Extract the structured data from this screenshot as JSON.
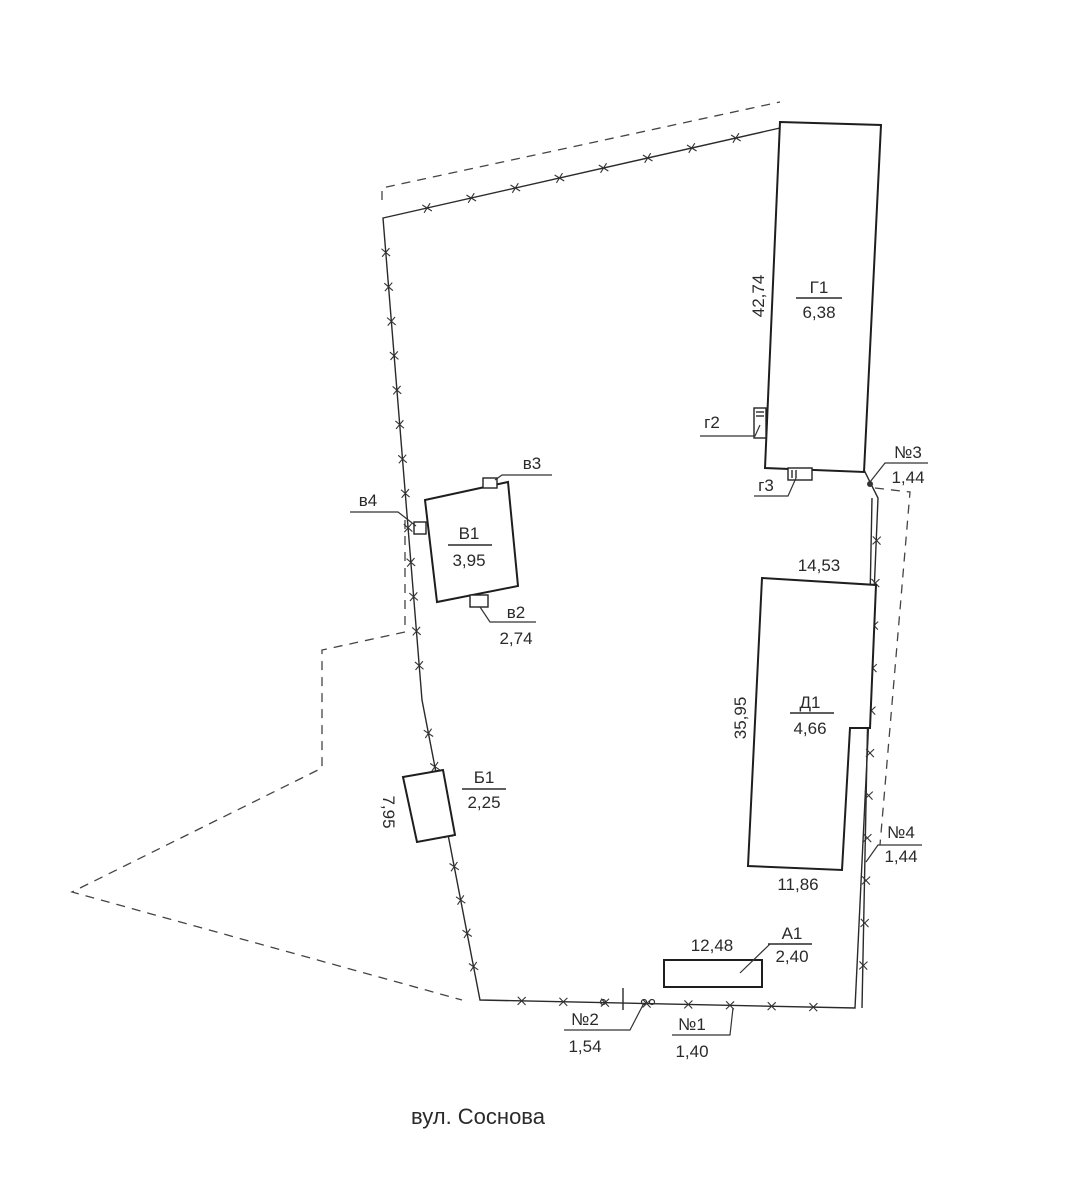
{
  "street": "вул. Соснова",
  "buildings": {
    "G1": {
      "name": "Г1",
      "value": "6,38",
      "dim": "42,74"
    },
    "D1": {
      "name": "Д1",
      "value": "4,66",
      "dim_top": "14,53",
      "dim_left": "35,95",
      "dim_bottom": "11,86"
    },
    "V1": {
      "name": "В1",
      "value": "3,95"
    },
    "B1": {
      "name": "Б1",
      "value": "2,25",
      "dim": "7,95"
    },
    "A1": {
      "name": "А1",
      "value": "2,40",
      "dim": "12,48"
    }
  },
  "annexes": {
    "g2": "г2",
    "g3": "г3",
    "v2": {
      "name": "в2",
      "value": "2,74"
    },
    "v3": "в3",
    "v4": "в4"
  },
  "points": {
    "n1": {
      "name": "№1",
      "value": "1,40"
    },
    "n2": {
      "name": "№2",
      "value": "1,54"
    },
    "n3": {
      "name": "№3",
      "value": "1,44"
    },
    "n4": {
      "name": "№4",
      "value": "1,44"
    }
  }
}
